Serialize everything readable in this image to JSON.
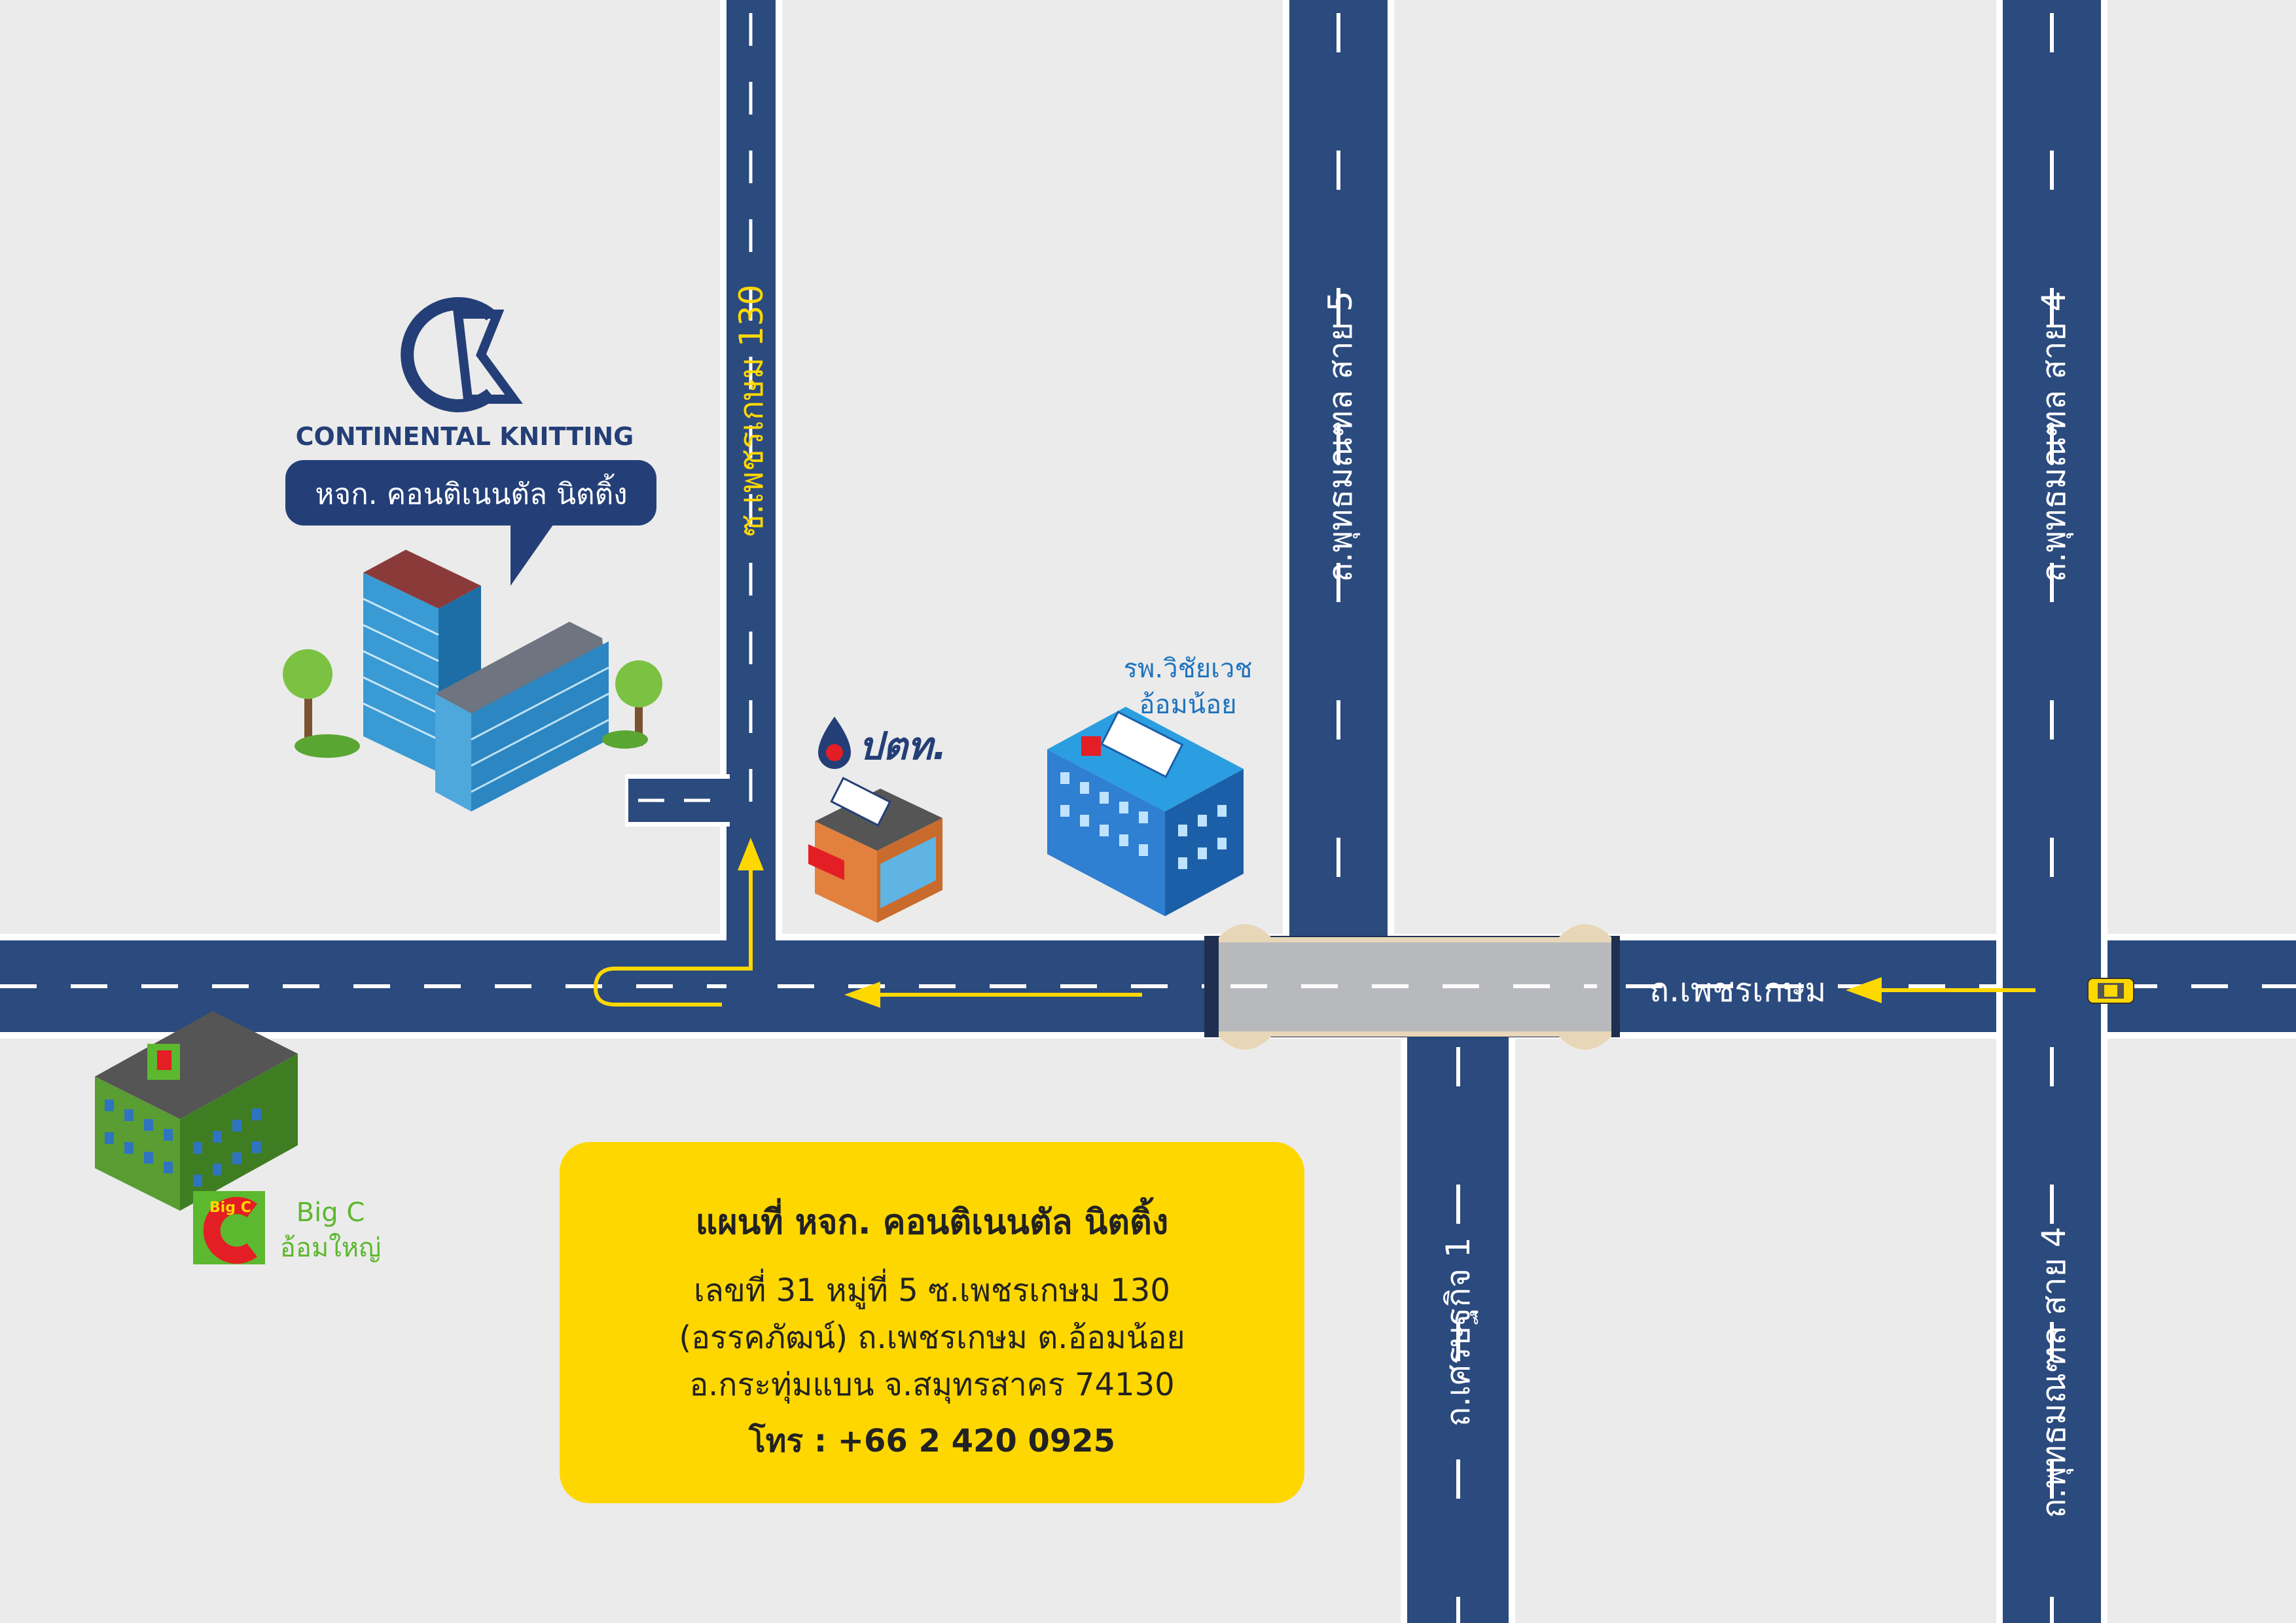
{
  "company": {
    "brand_name": "CONTINENTAL KNITTING",
    "label": "หจก. คอนติเนนตัล นิตติ้ง"
  },
  "roads": {
    "soi_phetkasem_130": "ซ.เพชรเกษม 130",
    "phutthamonthon_5": "ถ.พุทธมณฑล สาย 5",
    "phutthamonthon_4_top": "ถ.พุทธมณฑล สาย 4",
    "phutthamonthon_4_bottom": "ถ.พุทธมณฑล สาย 4",
    "phetkasem": "ถ.เพชรเกษม",
    "setthakit_1": "ถ.เศรษฐกิจ 1"
  },
  "landmarks": {
    "ptt": "ปตท.",
    "hospital_line1": "รพ.วิชัยเวช",
    "hospital_line2": "อ้อมน้อย",
    "bigc_line1": "Big C",
    "bigc_line2": "อ้อมใหญ่",
    "bigc_logo": "Big C"
  },
  "info_card": {
    "title": "แผนที่ หจก. คอนติเนนตัล นิตติ้ง",
    "address_line1": "เลขที่ 31 หมู่ที่ 5 ซ.เพชรเกษม 130",
    "address_line2": "(อรรคภัฒน์) ถ.เพชรเกษม ต.อ้อมน้อย",
    "address_line3": "อ.กระทุ่มแบน จ.สมุทรสาคร 74130",
    "phone": "โทร : +66 2 420 0925"
  },
  "colors": {
    "background": "#ebebeb",
    "road": "#2b4a7e",
    "road_edge": "#ffffff",
    "route_arrow": "#ffd800",
    "card": "#ffd700",
    "brand_navy": "#243f77",
    "hospital_blue": "#1e73be",
    "bigc_green": "#5cb82e"
  },
  "icons": [
    "continental-logo-icon",
    "ptt-drop-icon",
    "taxi-icon",
    "tree-icon",
    "building-icon"
  ]
}
